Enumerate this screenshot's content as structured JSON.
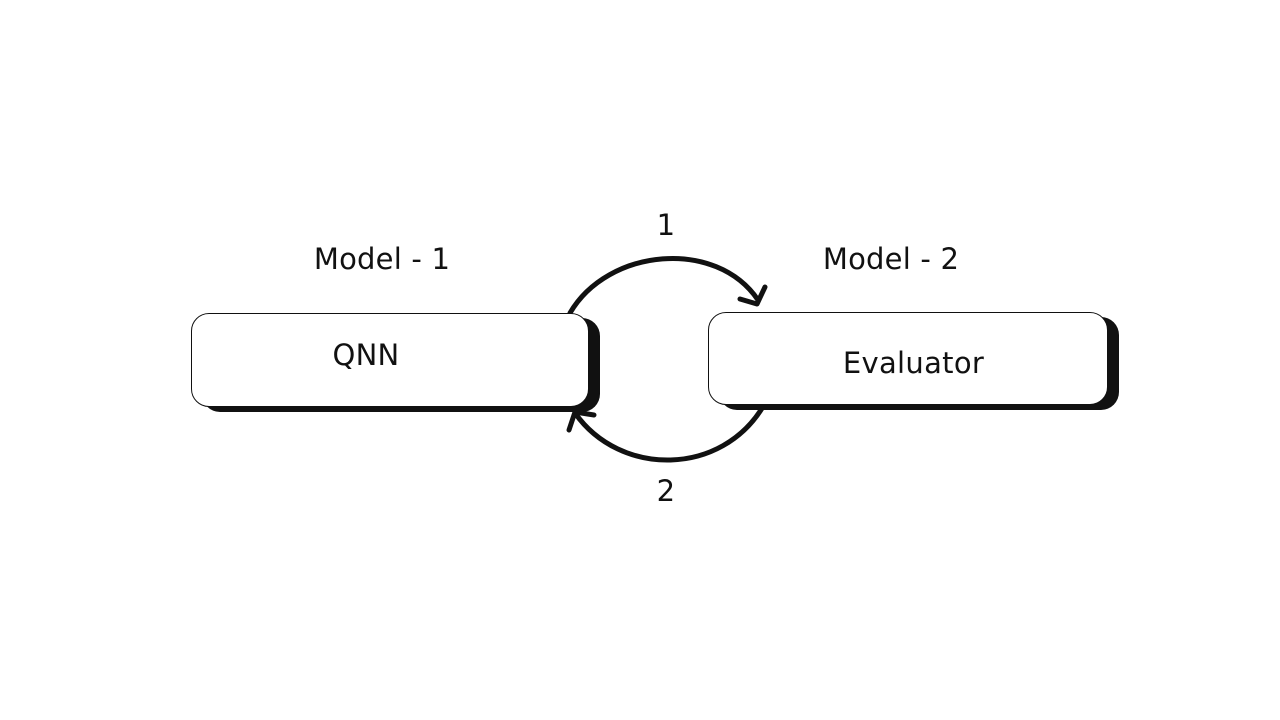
{
  "diagram": {
    "nodes": [
      {
        "caption": "Model - 1",
        "label": "QNN"
      },
      {
        "caption": "Model - 2",
        "label": "Evaluator"
      }
    ],
    "edges": [
      {
        "label": "1",
        "from": "QNN",
        "to": "Evaluator"
      },
      {
        "label": "2",
        "from": "Evaluator",
        "to": "QNN"
      }
    ],
    "colors": {
      "ink": "#111111",
      "background": "#ffffff"
    }
  }
}
